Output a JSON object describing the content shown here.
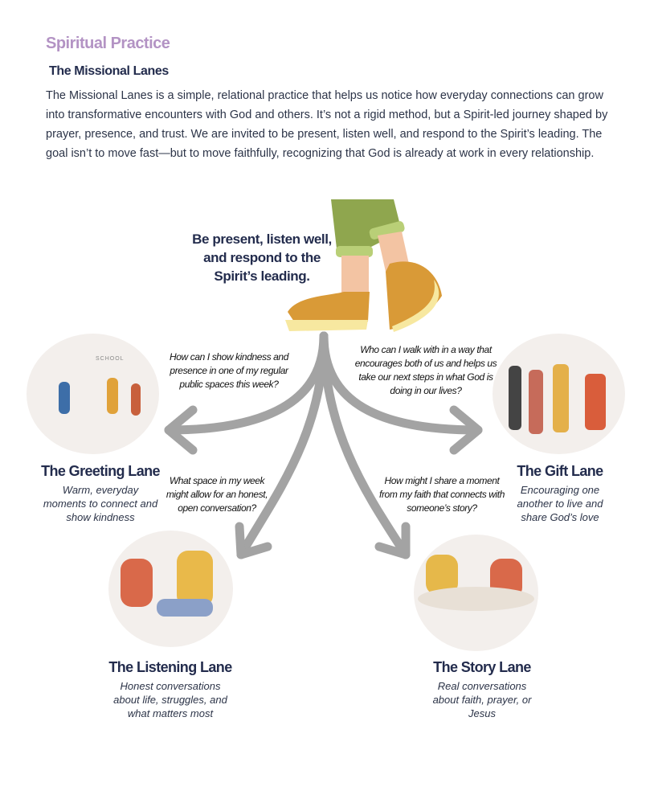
{
  "header": {
    "eyebrow": "Spiritual Practice",
    "title": "The Missional Lanes",
    "intro": "The Missional Lanes is a simple, relational practice that helps us notice how everyday connections can grow into transformative encounters with God and others. It’s not a rigid method, but a Spirit-led journey shaped by prayer, presence, and trust. We are invited to be present, listen well, and respond to the Spirit’s leading. The goal isn’t to move fast—but to move faithfully, recognizing that God is already at work in every relationship."
  },
  "center": {
    "tagline": "Be present, listen well, and respond to the Spirit’s leading."
  },
  "lanes": [
    {
      "title": "The Greeting Lane",
      "desc": "Warm, everyday moments to connect and show kindness",
      "question": "How can I show kindness and presence in one of my regular public spaces this week?",
      "sign": "SCHOOL"
    },
    {
      "title": "The Gift Lane",
      "desc": "Encouraging one another to live and share God’s love",
      "question": "Who can I walk with in a way that encourages both of us and helps us take our next steps in what God is doing in our lives?"
    },
    {
      "title": "The Listening Lane",
      "desc": "Honest conversations about life, struggles, and what matters most",
      "question": "What space in my week might allow for an honest, open conversation?"
    },
    {
      "title": "The Story Lane",
      "desc": "Real conversations about faith, prayer, or Jesus",
      "question": "How might I share a moment from my faith that connects with someone’s story?"
    }
  ],
  "colors": {
    "accent": "#b393c4",
    "navy": "#232c4d",
    "arrow": "#a3a3a3"
  }
}
